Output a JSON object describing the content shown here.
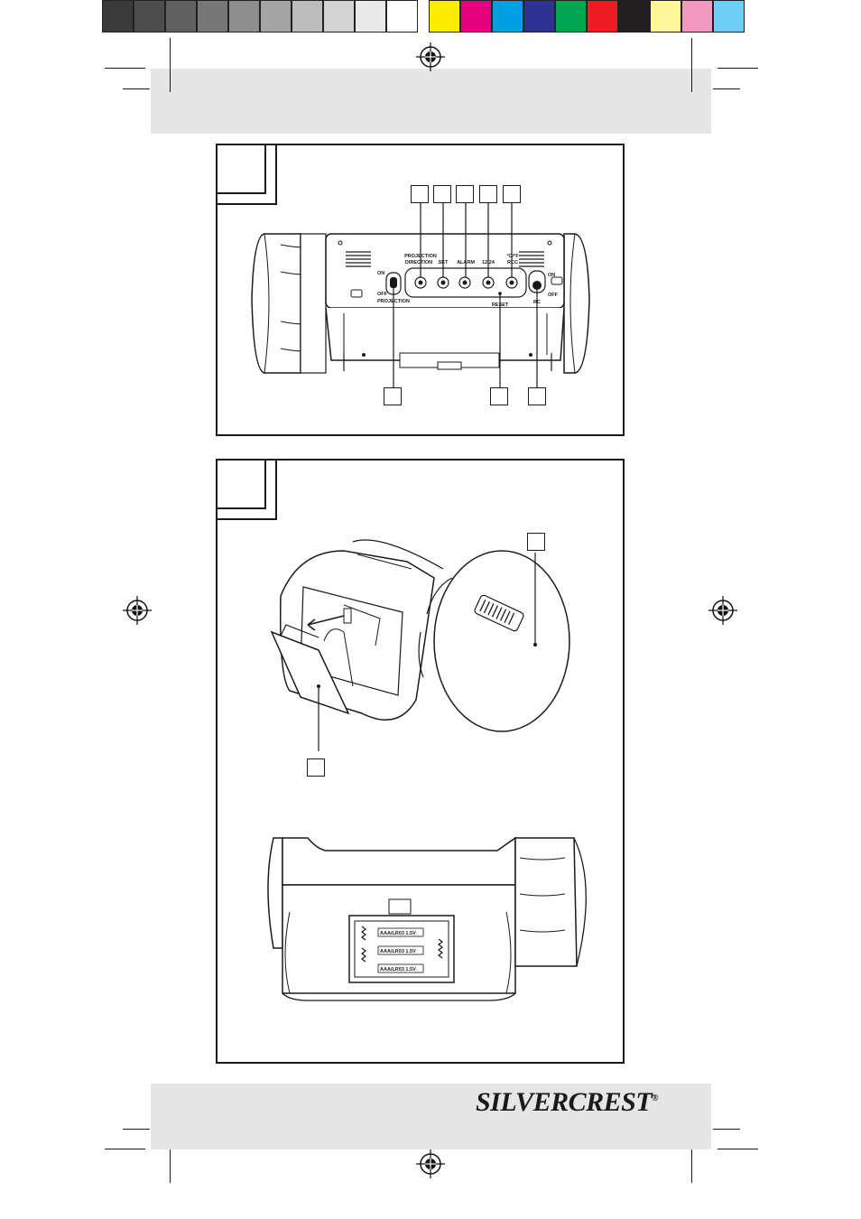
{
  "color_bar": {
    "swatches": [
      "#3a3a3a",
      "#4d4d4d",
      "#616161",
      "#777777",
      "#8e8e8e",
      "#a4a4a4",
      "#bcbcbc",
      "#d4d4d4",
      "#e9e9e9",
      "#ffffff",
      "#ffed00",
      "#e5007d",
      "#009fe3",
      "#2e3192",
      "#00a651",
      "#ed1c24",
      "#231f20",
      "#fff799",
      "#f49ac1",
      "#6dcff6"
    ]
  },
  "figure_1": {
    "number": "",
    "device_labels": {
      "projection_top": "PROJECTION",
      "direction": "DIRECTION",
      "set": "SET",
      "alarm": "ALARM",
      "mode_12_24": "12/24",
      "temp_unit": "°C/°F",
      "rcc": "RCC",
      "on_left": "ON",
      "off_left": "OFF",
      "projection_bottom": "PROJECTION",
      "reset": "RESET",
      "on_right": "ON",
      "off_right": "OFF",
      "rc": "RC"
    },
    "callouts_top": [
      "",
      "",
      "",
      "",
      ""
    ],
    "callouts_bottom": [
      "",
      "",
      ""
    ]
  },
  "figure_2": {
    "number": "",
    "callouts": [
      "",
      ""
    ],
    "battery_labels": [
      "AAA/LR03 1.5V",
      "AAA/LR03 1.5V",
      "AAA/LR03 1.5V"
    ]
  },
  "footer": {
    "brand": "SILVERCREST",
    "registered": "®"
  }
}
